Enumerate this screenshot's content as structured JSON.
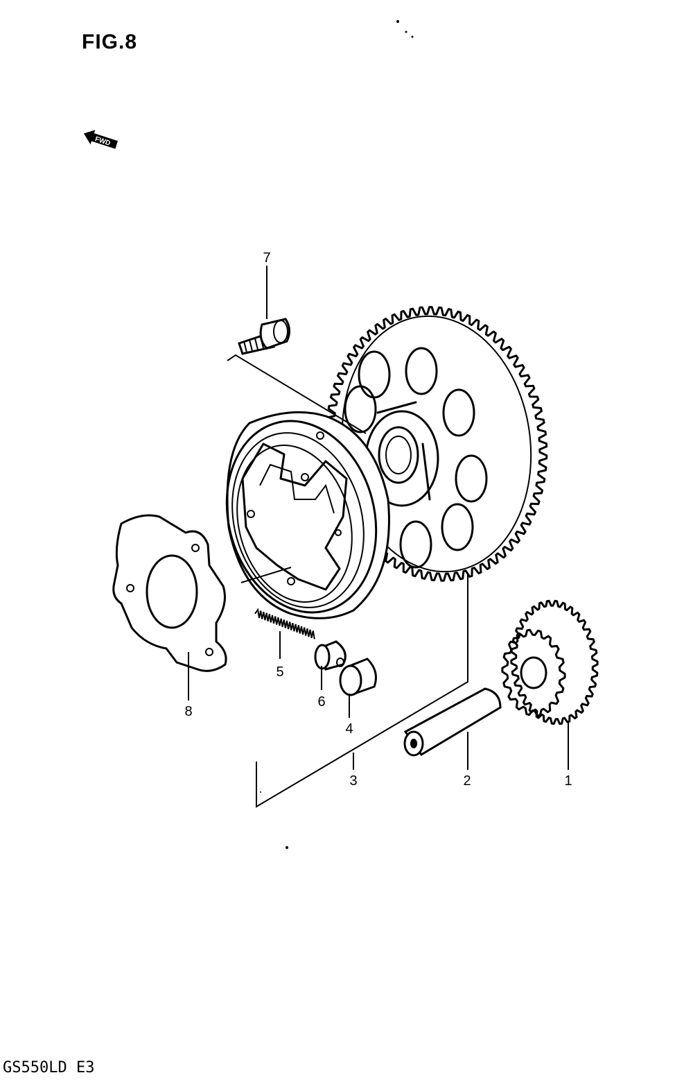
{
  "figure": {
    "title": "FIG.8"
  },
  "direction_marker": {
    "label": "FWD",
    "icon": "forward-arrow-icon"
  },
  "model_code": "GS550LD E3",
  "callouts": [
    {
      "id": "c1",
      "number": "1"
    },
    {
      "id": "c2",
      "number": "2"
    },
    {
      "id": "c3",
      "number": "3"
    },
    {
      "id": "c4",
      "number": "4"
    },
    {
      "id": "c5",
      "number": "5"
    },
    {
      "id": "c6",
      "number": "6"
    },
    {
      "id": "c7",
      "number": "7"
    },
    {
      "id": "c8",
      "number": "8"
    }
  ]
}
